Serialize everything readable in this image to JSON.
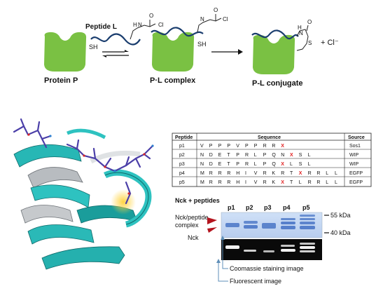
{
  "scheme": {
    "peptide_label": "Peptide L",
    "protein_label": "Protein P",
    "complex_label": "P·L complex",
    "conjugate_label": "P-L conjugate",
    "sh_label": "SH",
    "sh_label_2": "SH",
    "nh_label": "N",
    "h_label": "H",
    "cl_label": "Cl",
    "o_label": "O",
    "s_label": "S",
    "chloride_label": "+ Cl⁻",
    "protein_color": "#7ac143",
    "peptide_color": "#1a3d6e"
  },
  "table": {
    "headers": [
      "Peptide",
      "Sequence",
      "Source"
    ],
    "rows": [
      {
        "name": "p1",
        "seq": [
          "V",
          "P",
          "P",
          "P",
          "V",
          "P",
          "P",
          "R",
          "R",
          "X"
        ],
        "source": "Sos1"
      },
      {
        "name": "p2",
        "seq": [
          "N",
          "D",
          "E",
          "T",
          "P",
          "R",
          "L",
          "P",
          "Q",
          "N",
          "X",
          "S",
          "L"
        ],
        "source": "WIP"
      },
      {
        "name": "p3",
        "seq": [
          "N",
          "D",
          "E",
          "T",
          "P",
          "R",
          "L",
          "P",
          "Q",
          "X",
          "L",
          "S",
          "L"
        ],
        "source": "WIP"
      },
      {
        "name": "p4",
        "seq": [
          "M",
          "R",
          "R",
          "R",
          "H",
          "I",
          "V",
          "R",
          "K",
          "R",
          "T",
          "X",
          "R",
          "R",
          "L",
          "L"
        ],
        "source": "EGFP"
      },
      {
        "name": "p5",
        "seq": [
          "M",
          "R",
          "R",
          "R",
          "H",
          "I",
          "V",
          "R",
          "K",
          "X",
          "T",
          "L",
          "R",
          "R",
          "L",
          "L"
        ],
        "source": "EGFP"
      }
    ],
    "highlight": "X"
  },
  "gel": {
    "title": "Nck + peptides",
    "lanes": [
      "p1",
      "p2",
      "p3",
      "p4",
      "p5"
    ],
    "marker_high": "55 kDa",
    "marker_low": "40 kDa",
    "complex_label_1": "Nck/peptide",
    "complex_label_2": "complex",
    "nck_label": "Nck",
    "coomassie_label": "Coomassie staining image",
    "fluor_label": "Fluorescent image"
  }
}
